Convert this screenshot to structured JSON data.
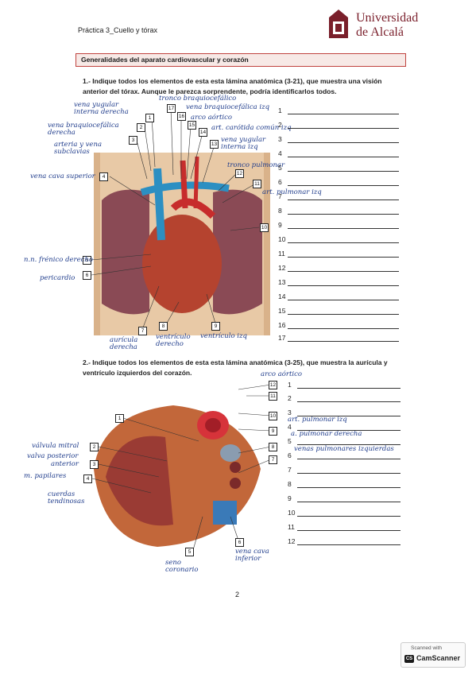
{
  "header": {
    "practice_title": "Práctica 3_Cuello y tórax",
    "university_line1": "Universidad",
    "university_line2": "de Alcalá"
  },
  "section_title": "Generalidades del aparato cardiovascular y corazón",
  "question1": {
    "text": "1.- Indique todos los elementos de esta esta lámina anatómica (3-21), que muestra una visión anterior del tórax. Aunque le parezca sorprendente, podría identificarlos todos.",
    "lines": [
      "1",
      "2",
      "3",
      "4",
      "5",
      "6",
      "7",
      "8",
      "9",
      "10",
      "11",
      "12",
      "13",
      "14",
      "15",
      "16",
      "17"
    ],
    "boxes": [
      "1",
      "2",
      "3",
      "4",
      "5",
      "6",
      "7",
      "8",
      "9",
      "10",
      "11",
      "12",
      "13",
      "14",
      "15",
      "16",
      "17"
    ],
    "notes": {
      "n1": "vena yugular interna derecha",
      "n2": "vena braquiocefálica derecha",
      "n3": "arteria y vena subclavias",
      "n4": "vena cava superior",
      "n5": "n.n. frénico derecho",
      "n6": "pericardio",
      "n7": "aurícula derecha",
      "n8": "ventrículo derecho",
      "n9": "ventrículo izq",
      "n10": "tronco braquiocefálico",
      "n11": "vena braquiocefálica izq",
      "n12": "arco aórtico",
      "n13": "art. carótida común izq",
      "n14": "vena yugular interna izq",
      "n15": "tronco pulmonar",
      "n16": "art. pulmonar izq"
    }
  },
  "question2": {
    "text": "2.- Indique todos los elementos de esta esta lámina anatómica (3-25), que muestra la aurícula y ventrículo izquierdos del corazón.",
    "lines": [
      "1",
      "2",
      "3",
      "4",
      "5",
      "6",
      "7",
      "8",
      "9",
      "10",
      "11",
      "12"
    ],
    "boxes": [
      "1",
      "2",
      "3",
      "4",
      "5",
      "6",
      "7",
      "8",
      "9",
      "10",
      "11",
      "12"
    ],
    "notes": {
      "n1": "arco aórtico",
      "n2": "art. pulmonar izq",
      "n3": "a. pulmonar derecha",
      "n4": "venas pulmonares izquierdas",
      "n5": "válvula mitral",
      "n6": "valva posterior",
      "n7": "anterior",
      "n8": "m. papilares",
      "n9": "cuerdas tendinosas",
      "n10": "seno coronario",
      "n11": "vena cava inferior"
    }
  },
  "page_number": "2",
  "scanner": {
    "line1": "Scanned with",
    "icon": "CS",
    "line2": "CamScanner"
  }
}
